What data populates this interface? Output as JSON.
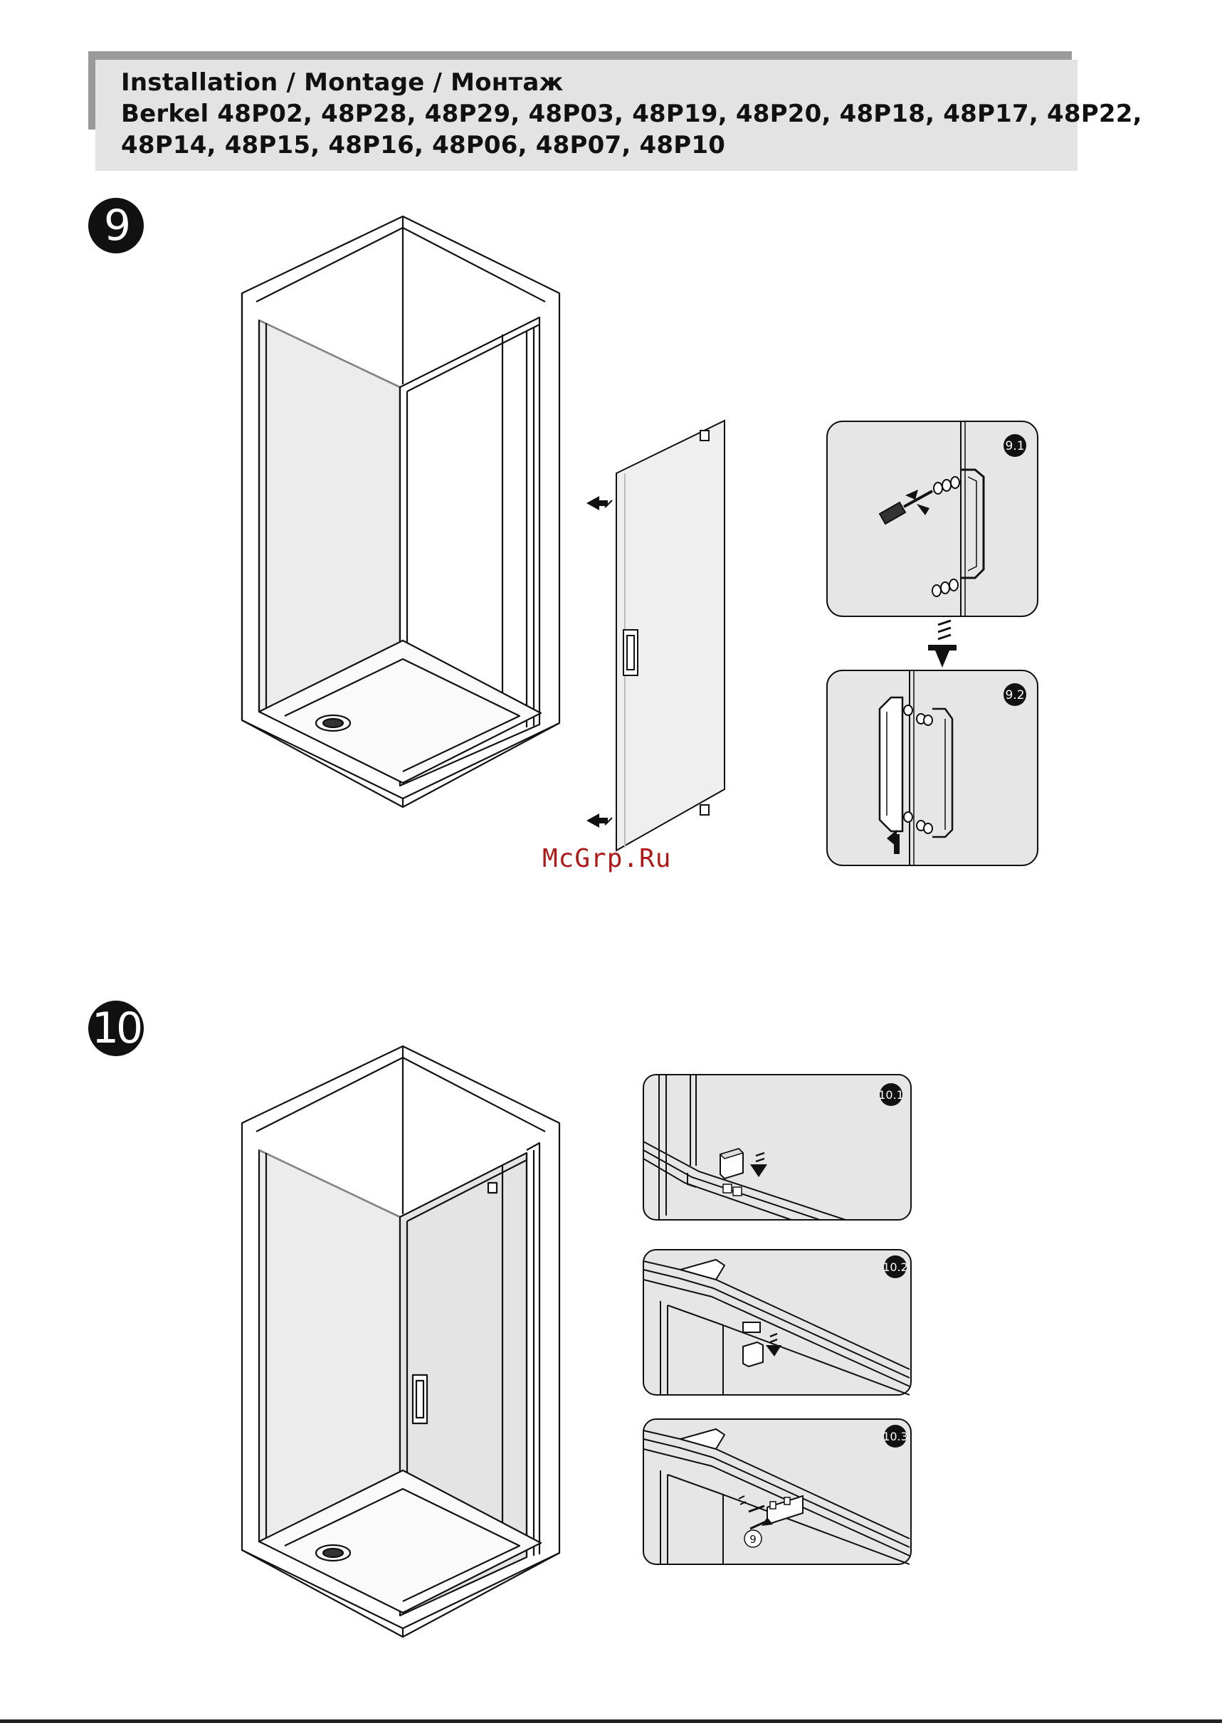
{
  "header": {
    "title": "Installation / Montage / Монтаж",
    "models_line1": "Berkel 48P02, 48P28, 48P29, 48P03, 48P19, 48P20, 48P18, 48P17, 48P22,",
    "models_line2": "48P14, 48P15, 48P16, 48P06, 48P07, 48P10"
  },
  "steps": [
    {
      "number": "9",
      "details": [
        {
          "label": "9.1"
        },
        {
          "label": "9.2"
        }
      ]
    },
    {
      "number": "10",
      "details": [
        {
          "label": "10.1"
        },
        {
          "label": "10.2"
        },
        {
          "label": "10.3"
        }
      ],
      "callout": "9"
    }
  ],
  "watermark": "McGrp.Ru",
  "icons": [
    "arrow-icon",
    "screwdriver-icon",
    "handle-icon",
    "magnet-clip-icon",
    "screw-icon"
  ]
}
